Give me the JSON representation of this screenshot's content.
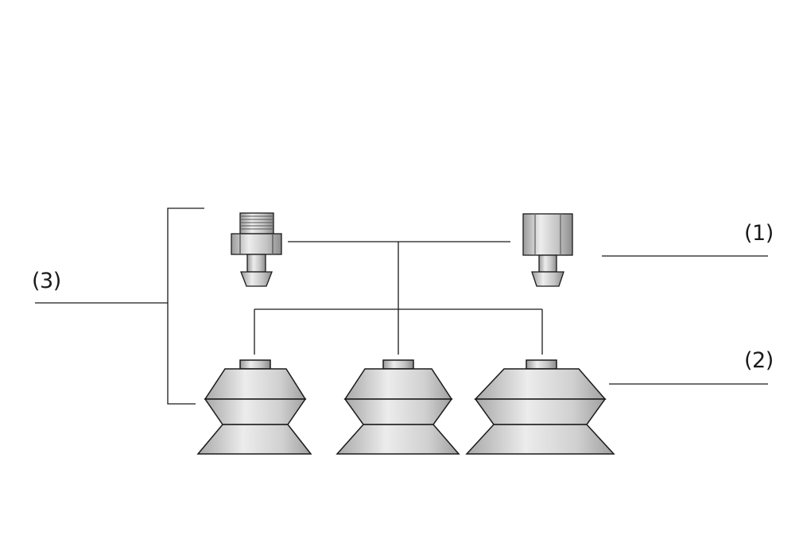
{
  "labels": {
    "fittings": "(1)",
    "suction_cups": "(2)",
    "assembly": "(3)"
  },
  "colors": {
    "line": "#1a1a1a",
    "metal_light": "#e6e6e6",
    "metal_mid": "#bdbdbd",
    "metal_dark": "#8a8a8a",
    "cup_light": "#e4e4e4",
    "cup_dark": "#b2b2b2"
  }
}
